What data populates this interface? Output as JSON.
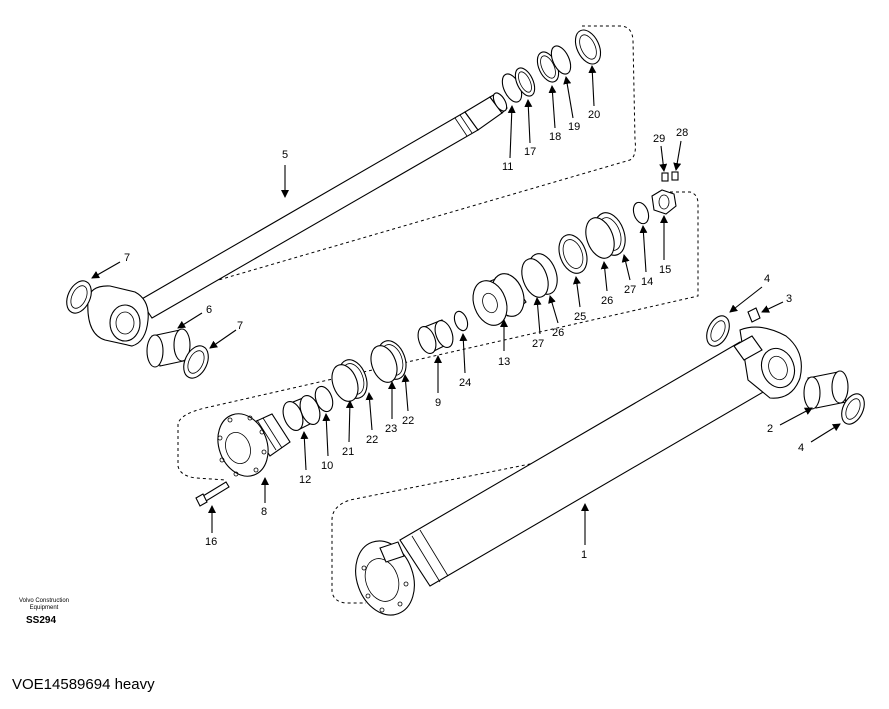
{
  "diagram": {
    "brand_line1": "Volvo Construction",
    "brand_line2": "Equipment",
    "sheet_code": "SS294",
    "caption": "VOE14589694 heavy",
    "part_numbers": {
      "p1": "1",
      "p2": "2",
      "p3": "3",
      "p4a": "4",
      "p4b": "4",
      "p5": "5",
      "p6": "6",
      "p7a": "7",
      "p7b": "7",
      "p8": "8",
      "p9": "9",
      "p10": "10",
      "p11": "11",
      "p12": "12",
      "p13": "13",
      "p14": "14",
      "p15": "15",
      "p16": "16",
      "p17": "17",
      "p18": "18",
      "p19": "19",
      "p20": "20",
      "p21": "21",
      "p22a": "22",
      "p22b": "22",
      "p23": "23",
      "p24": "24",
      "p25": "25",
      "p26a": "26",
      "p26b": "26",
      "p27a": "27",
      "p27b": "27",
      "p28": "28",
      "p29": "29"
    }
  }
}
